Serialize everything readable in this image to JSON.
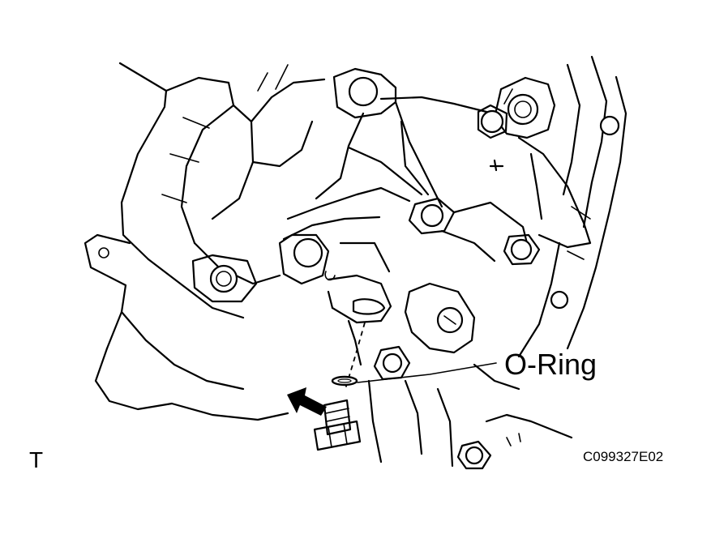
{
  "callout": {
    "text": "O-Ring"
  },
  "corner_letter": "T",
  "figure_code": "C099327E02",
  "icons": [
    "arrow-icon",
    "bolt-icon",
    "o-ring-icon"
  ]
}
